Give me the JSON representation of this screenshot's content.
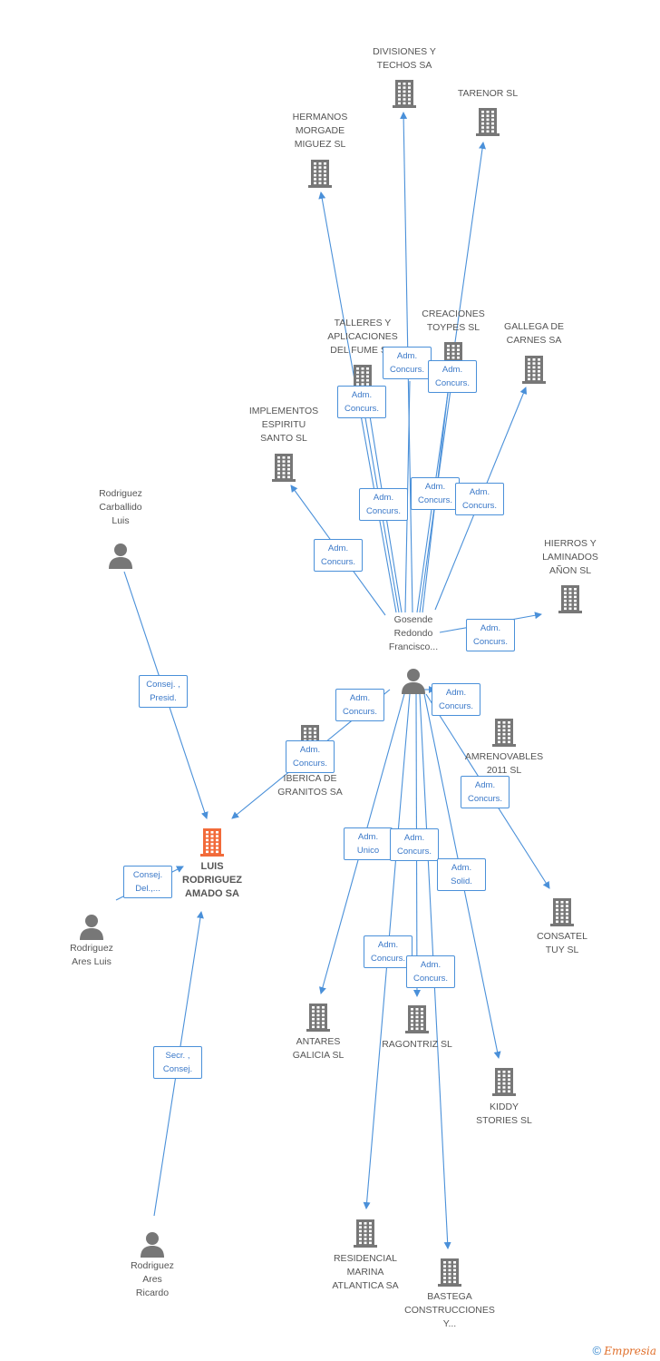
{
  "colors": {
    "edge": "#4a90d9",
    "node": "#777777",
    "focus": "#f26b3a",
    "label_text": "#3a78c8"
  },
  "nodes": [
    {
      "id": "divisiones",
      "type": "company",
      "label": "DIVISIONES Y\nTECHOS SA"
    },
    {
      "id": "tarenor",
      "type": "company",
      "label": "TARENOR SL"
    },
    {
      "id": "hermanos",
      "type": "company",
      "label": "HERMANOS\nMORGADE\nMIGUEZ SL"
    },
    {
      "id": "talleres",
      "type": "company",
      "label": "TALLERES Y\nAPLICACIONES\nDEL FUME S..."
    },
    {
      "id": "creaciones",
      "type": "company",
      "label": "CREACIONES\nTOYPES SL"
    },
    {
      "id": "gallega",
      "type": "company",
      "label": "GALLEGA DE\nCARNES SA"
    },
    {
      "id": "implementos",
      "type": "company",
      "label": "IMPLEMENTOS\nESPIRITU\nSANTO  SL"
    },
    {
      "id": "hierros",
      "type": "company",
      "label": "HIERROS Y\nLAMINADOS\nAÑON SL"
    },
    {
      "id": "gosende",
      "type": "person",
      "label": "Gosende\nRedondo\nFrancisco..."
    },
    {
      "id": "carballido",
      "type": "person",
      "label": "Rodriguez\nCarballido\nLuis"
    },
    {
      "id": "iberica",
      "type": "company",
      "label": "IBERICA DE\nGRANITOS SA"
    },
    {
      "id": "amrenovables",
      "type": "company",
      "label": "AMRENOVABLES\n2011  SL"
    },
    {
      "id": "luis_rodriguez",
      "type": "focus",
      "label": "LUIS\nRODRIGUEZ\nAMADO SA"
    },
    {
      "id": "ares_luis",
      "type": "person",
      "label": "Rodriguez\nAres Luis"
    },
    {
      "id": "consatel",
      "type": "company",
      "label": "CONSATEL\nTUY  SL"
    },
    {
      "id": "antares",
      "type": "company",
      "label": "ANTARES\nGALICIA SL"
    },
    {
      "id": "ragontriz",
      "type": "company",
      "label": "RAGONTRIZ SL"
    },
    {
      "id": "kiddy",
      "type": "company",
      "label": "KIDDY\nSTORIES SL"
    },
    {
      "id": "ares_ricardo",
      "type": "person",
      "label": "Rodriguez\nAres\nRicardo"
    },
    {
      "id": "residencial",
      "type": "company",
      "label": "RESIDENCIAL\nMARINA\nATLANTICA SA"
    },
    {
      "id": "bastega",
      "type": "company",
      "label": "BASTEGA\nCONSTRUCCIONES\nY..."
    }
  ],
  "edges": [
    {
      "from": "gosende",
      "to": "divisiones",
      "label": "Adm.\nConcurs."
    },
    {
      "from": "gosende",
      "to": "tarenor",
      "label": "Adm.\nConcurs."
    },
    {
      "from": "gosende",
      "to": "hermanos",
      "label": "Adm.\nConcurs."
    },
    {
      "from": "gosende",
      "to": "talleres",
      "label": "Adm.\nConcurs."
    },
    {
      "from": "gosende",
      "to": "creaciones",
      "label": "Adm.\nConcurs."
    },
    {
      "from": "gosende",
      "to": "gallega",
      "label": "Adm.\nConcurs."
    },
    {
      "from": "gosende",
      "to": "implementos",
      "label": "Adm.\nConcurs."
    },
    {
      "from": "gosende",
      "to": "hierros",
      "label": "Adm.\nConcurs."
    },
    {
      "from": "gosende",
      "to": "luis_rodriguez",
      "label": "Adm.\nConcurs."
    },
    {
      "from": "gosende",
      "to": "iberica",
      "label": "Adm.\nConcurs."
    },
    {
      "from": "gosende",
      "to": "amrenovables",
      "label": "Adm.\nConcurs."
    },
    {
      "from": "gosende",
      "to": "consatel",
      "label": "Adm.\nConcurs."
    },
    {
      "from": "gosende",
      "to": "antares",
      "label": "Adm.\nUnico"
    },
    {
      "from": "gosende",
      "to": "ragontriz",
      "label": "Adm.\nConcurs."
    },
    {
      "from": "gosende",
      "to": "kiddy",
      "label": "Adm.\nSolid."
    },
    {
      "from": "gosende",
      "to": "residencial",
      "label": "Adm.\nConcurs."
    },
    {
      "from": "gosende",
      "to": "bastega",
      "label": "Adm.\nConcurs."
    },
    {
      "from": "carballido",
      "to": "luis_rodriguez",
      "label": "Consej. ,\nPresid."
    },
    {
      "from": "ares_luis",
      "to": "luis_rodriguez",
      "label": "Consej.\nDel.,..."
    },
    {
      "from": "ares_ricardo",
      "to": "luis_rodriguez",
      "label": "Secr. ,\nConsej."
    }
  ],
  "footer": {
    "copyright": "©",
    "brand": "Empresia"
  }
}
